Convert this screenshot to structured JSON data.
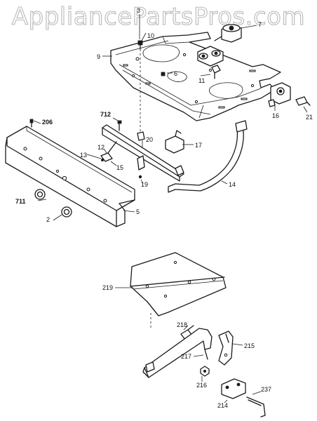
{
  "watermark": "AppliancePartsPros.com",
  "callouts": {
    "c2": "2",
    "c3": "3",
    "c5": "5",
    "c6": "6",
    "c7": "7",
    "c9": "9",
    "c10": "10",
    "c11": "11",
    "c12": "12",
    "c13": "13",
    "c14": "14",
    "c15": "15",
    "c16": "16",
    "c17": "17",
    "c19": "19",
    "c20": "20",
    "c21": "21",
    "c206": "206",
    "c214": "214",
    "c215": "215",
    "c216": "216",
    "c217": "217",
    "c218": "218",
    "c219": "219",
    "c237": "237",
    "c711": "711",
    "c712": "712"
  }
}
